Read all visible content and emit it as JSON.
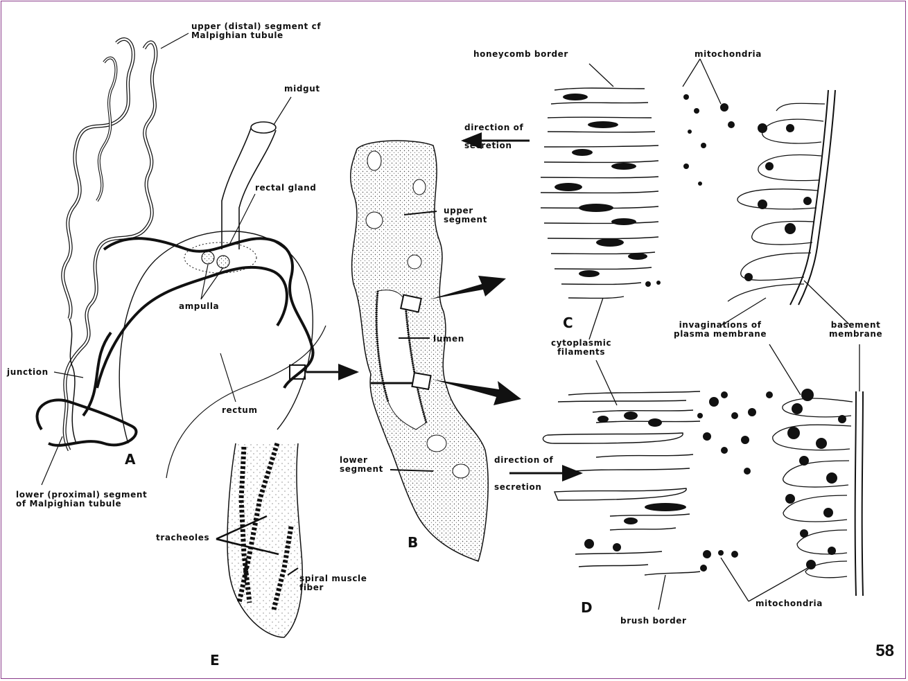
{
  "labels": {
    "upper_distal": "upper (distal) segment cf\nMalpighian tubule",
    "midgut": "midgut",
    "rectal_gland": "rectal gland",
    "ampulla": "ampulla",
    "junction": "junction",
    "rectum": "rectum",
    "lower_proximal": "lower (proximal) segment\nof Malpighian tubule",
    "tracheoles": "tracheoles",
    "spiral_muscle": "spiral muscle\nfiber",
    "upper_segment": "upper\nsegment",
    "lumen": "lumen",
    "lower_segment": "lower\nsegment",
    "honeycomb": "honeycomb border",
    "mitochondria_top": "mitochondria",
    "direction_top": "direction of\n\nsecretion",
    "cytoplasmic": "cytoplasmic\nfilaments",
    "invaginations": "invaginations of\nplasma membrane",
    "basement": "basement\nmembrane",
    "direction_bottom": "direction of\n\n\nsecretion",
    "brush_border": "brush border",
    "mitochondria_bottom": "mitochondria"
  },
  "panels": {
    "A": "A",
    "B": "B",
    "C": "C",
    "D": "D",
    "E": "E"
  },
  "page_number": "58"
}
